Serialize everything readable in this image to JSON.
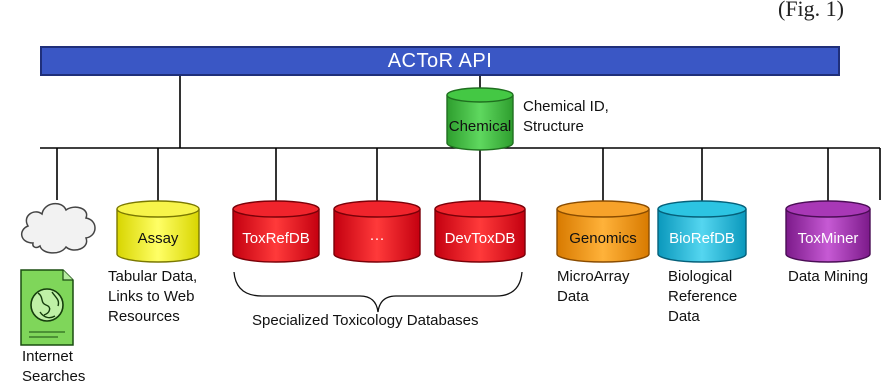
{
  "corner_text": "(Fig. 1)",
  "api_bar": {
    "label": "ACToR API"
  },
  "chemical": {
    "label": "Chemical",
    "caption_line1": "Chemical ID,",
    "caption_line2": "Structure",
    "color": "#3fbf3f"
  },
  "internet": {
    "caption_line1": "Internet",
    "caption_line2": "Searches"
  },
  "assay": {
    "label": "Assay",
    "caption_line1": "Tabular Data,",
    "caption_line2": "Links to Web",
    "caption_line3": "Resources",
    "color": "#f2ef2a"
  },
  "tox_group": {
    "databases": [
      {
        "label": "ToxRefDB",
        "color": "#e8111b"
      },
      {
        "label": "···",
        "color": "#e8111b"
      },
      {
        "label": "DevToxDB",
        "color": "#e8111b"
      }
    ],
    "caption": "Specialized Toxicology Databases"
  },
  "genomics": {
    "label": "Genomics",
    "caption_line1": "MicroArray",
    "caption_line2": "Data",
    "color": "#f0951a"
  },
  "biorefdb": {
    "label": "BioRefDB",
    "caption_line1": "Biological",
    "caption_line2": "Reference",
    "caption_line3": "Data",
    "color": "#1ab4d6"
  },
  "toxminer": {
    "label": "ToxMiner",
    "caption": "Data Mining",
    "color": "#9a2ea6"
  }
}
